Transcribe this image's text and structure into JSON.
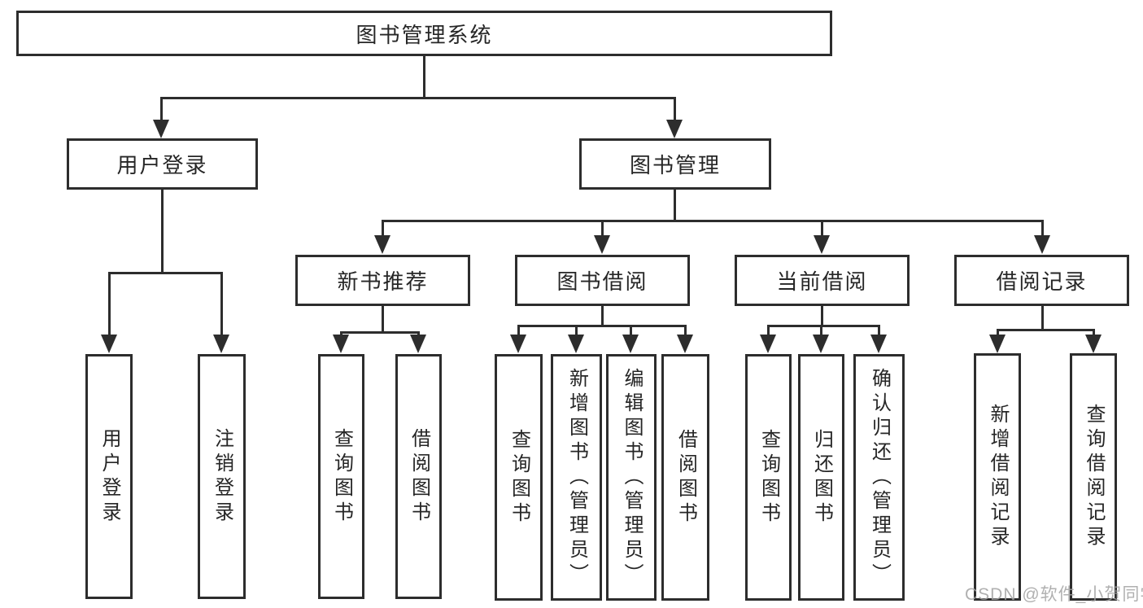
{
  "nodes": {
    "root": "图书管理系统",
    "user_login": "用户登录",
    "book_mgmt": "图书管理",
    "new_books": "新书推荐",
    "book_borrow": "图书借阅",
    "current_borrow": "当前借阅",
    "borrow_records": "借阅记录",
    "leaves": {
      "user_login": [
        "用户登录",
        "注销登录"
      ],
      "new_books": [
        "查询图书",
        "借阅图书"
      ],
      "book_borrow": [
        "查询图书",
        "新增图书（管理员）",
        "编辑图书（管理员）",
        "借阅图书"
      ],
      "current_borrow": [
        "查询图书",
        "归还图书",
        "确认归还（管理员）"
      ],
      "borrow_records": [
        "新增借阅记录",
        "查询借阅记录"
      ]
    }
  },
  "watermark": "CSDN @软件_小贺同学",
  "colors": {
    "line": "#2d2d2d",
    "text": "#262626",
    "background": "#ffffff",
    "watermark": "#a3a3a3"
  }
}
